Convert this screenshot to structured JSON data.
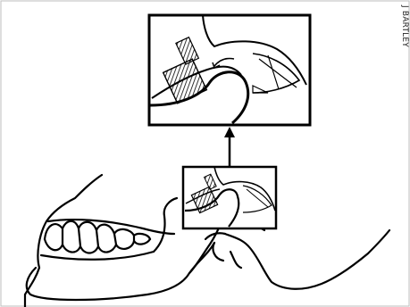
{
  "figure": {
    "credit": "J BARTLEY",
    "colors": {
      "stroke": "#000000",
      "background": "#ffffff",
      "frame": "#000000"
    },
    "icons": [
      "jaw-profile",
      "arrow-up",
      "zoom-inset",
      "zoom-detail"
    ]
  }
}
